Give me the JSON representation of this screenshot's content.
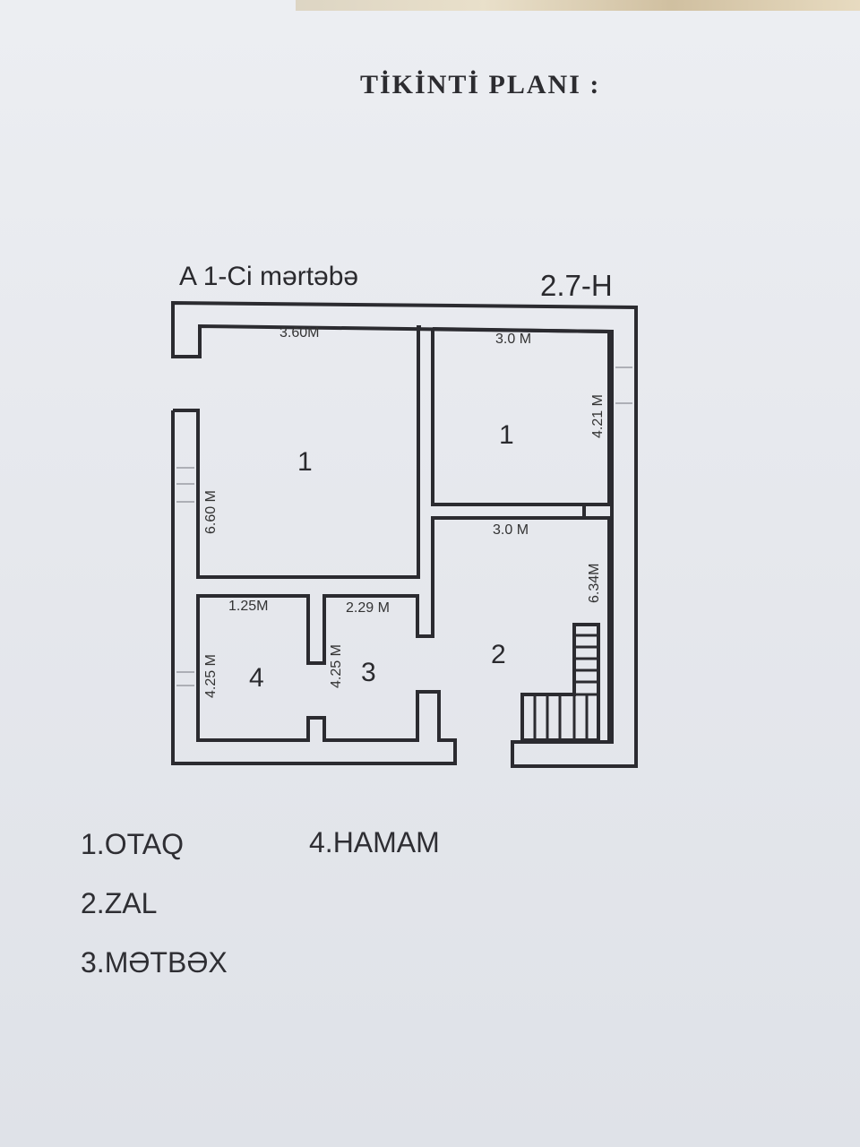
{
  "title": "TİKİNTİ  PLANI :",
  "plan": {
    "floor_label": "A 1-Ci mərtəbə",
    "height_label": "2.7-H",
    "dimensions": {
      "left_room_top": "3.60M",
      "right_room_top": "3.0 M",
      "right_room_side": "4.21 M",
      "left_room_side": "6.60 M",
      "right_room_bottom": "3.0 M",
      "hall_side": "6.34M",
      "bath_top": "1.25M",
      "kitchen_top": "2.29 M",
      "bath_side": "4.25 M",
      "kitchen_side": "4.25 M"
    },
    "rooms": {
      "left_room": "1",
      "right_room": "1",
      "hall": "2",
      "kitchen": "3",
      "bath": "4"
    }
  },
  "legend": {
    "item1": "1.OTAQ",
    "item2": "2.ZAL",
    "item3": "3.MƏTBƏX",
    "item4": "4.HAMAM"
  }
}
